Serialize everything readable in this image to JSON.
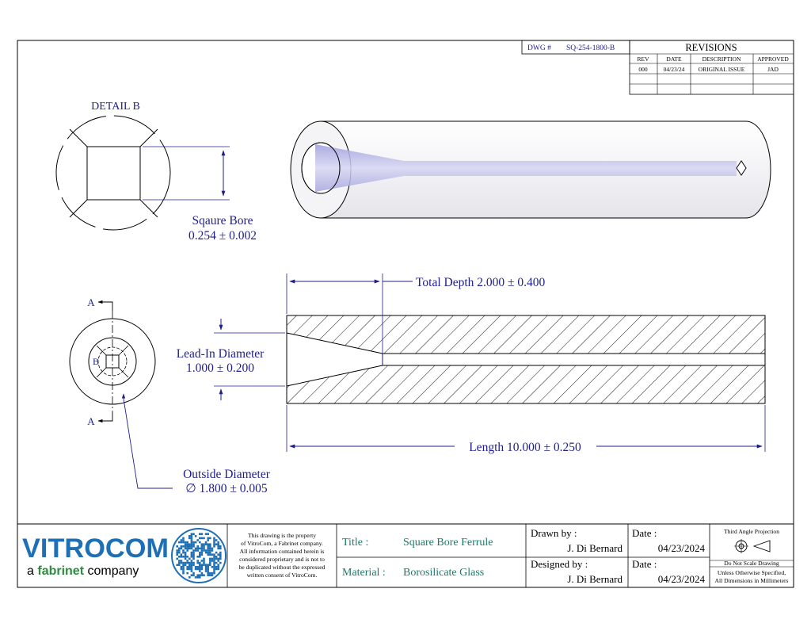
{
  "header": {
    "dwg_label": "DWG #",
    "dwg_number": "SQ-254-1800-B",
    "revisions_title": "REVISIONS",
    "revision_columns": [
      "REV",
      "DATE",
      "DESCRIPTION",
      "APPROVED"
    ],
    "revision_rows": [
      [
        "000",
        "04/23/24",
        "ORIGINAL ISSUE",
        "JAD"
      ]
    ]
  },
  "detail": {
    "title": "DETAIL B",
    "bore_label": "Sqaure Bore",
    "bore_value": "0.254 ± 0.002"
  },
  "end_view": {
    "section_mark": "A",
    "detail_mark": "B",
    "od_label": "Outside Diameter",
    "od_value": "∅ 1.800 ± 0.005"
  },
  "section_view": {
    "depth_label": "Total Depth",
    "depth_value": "2.000 ± 0.400",
    "leadin_label": "Lead-In Diameter",
    "leadin_value": "1.000 ± 0.200",
    "length_label": "Length",
    "length_value": "10.000 ± 0.250"
  },
  "title_block": {
    "logo_main": "VITROCOM",
    "logo_sub_a": "a",
    "logo_sub_brand": "fabrinet",
    "logo_sub_company": "company",
    "notice": [
      "This drawing is the property",
      "of VitroCom, a Fabrinet company.",
      "All information contained herein is",
      "considered proprietary and is not to",
      "be duplicated without the expressed",
      "written consent of VitroCom."
    ],
    "title_label": "Title :",
    "title_value": "Square Bore Ferrule",
    "material_label": "Material :",
    "material_value": "Borosilicate Glass",
    "drawn_label": "Drawn by :",
    "drawn_value": "J. Di Bernard",
    "designed_label": "Designed by :",
    "designed_value": "J. Di Bernard",
    "date_label": "Date :",
    "drawn_date": "04/23/2024",
    "designed_date": "04/23/2024",
    "projection_label": "Third Angle Projection",
    "scale_note": "Do Not Scale Drawing",
    "units_note_1": "Unless Otherwise Specified,",
    "units_note_2": "All Dimensions in Millimeters"
  },
  "colors": {
    "annotation": "#1f1f8a",
    "title_text": "#1a7a6a",
    "line": "#000000",
    "glass_fill": "#f1f1f4",
    "bore_fill": "#b8b8e6",
    "logo_blue": "#1f6fb5",
    "logo_green": "#2e8b3f"
  }
}
